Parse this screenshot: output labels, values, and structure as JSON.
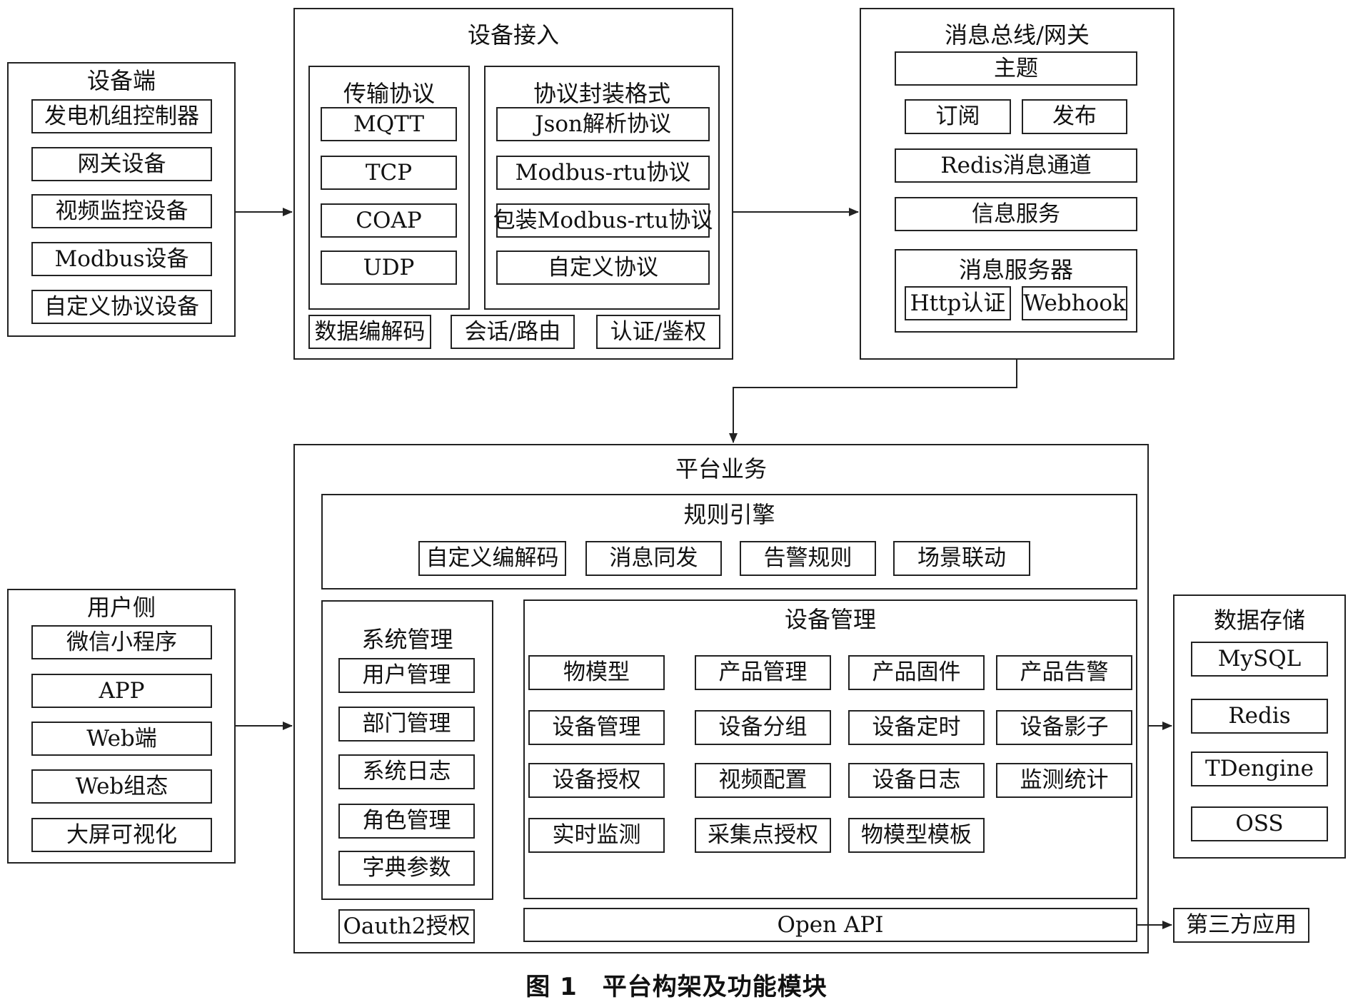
{
  "caption": "图 1　平台构架及功能模块",
  "device_side": {
    "title": "设备端",
    "items": [
      "发电机组控制器",
      "网关设备",
      "视频监控设备",
      "Modbus设备",
      "自定义协议设备"
    ]
  },
  "device_access": {
    "title": "设备接入",
    "transport": {
      "title": "传输协议",
      "items": [
        "MQTT",
        "TCP",
        "COAP",
        "UDP"
      ]
    },
    "format": {
      "title": "协议封装格式",
      "items": [
        "Json解析协议",
        "Modbus-rtu协议",
        "包装Modbus-rtu协议",
        "自定义协议"
      ]
    },
    "bottom": [
      "数据编解码",
      "会话/路由",
      "认证/鉴权"
    ]
  },
  "bus": {
    "title": "消息总线/网关",
    "topic": "主题",
    "subscribe": "订阅",
    "publish": "发布",
    "redis": "Redis消息通道",
    "info": "信息服务",
    "server": {
      "title": "消息服务器",
      "items": [
        "Http认证",
        "Webhook"
      ]
    }
  },
  "user_side": {
    "title": "用户侧",
    "items": [
      "微信小程序",
      "APP",
      "Web端",
      "Web组态",
      "大屏可视化"
    ]
  },
  "platform": {
    "title": "平台业务",
    "rules": {
      "title": "规则引擎",
      "items": [
        "自定义编解码",
        "消息同发",
        "告警规则",
        "场景联动"
      ]
    },
    "system": {
      "title": "系统管理",
      "items": [
        "用户管理",
        "部门管理",
        "系统日志",
        "角色管理",
        "字典参数"
      ]
    },
    "oauth": "Oauth2授权",
    "device_mgmt": {
      "title": "设备管理",
      "rows": [
        [
          "物模型",
          "产品管理",
          "产品固件",
          "产品告警"
        ],
        [
          "设备管理",
          "设备分组",
          "设备定时",
          "设备影子"
        ],
        [
          "设备授权",
          "视频配置",
          "设备日志",
          "监测统计"
        ],
        [
          "实时监测",
          "采集点授权",
          "物模型模板"
        ]
      ]
    },
    "open_api": "Open API"
  },
  "storage": {
    "title": "数据存储",
    "items": [
      "MySQL",
      "Redis",
      "TDengine",
      "OSS"
    ]
  },
  "third_party": "第三方应用"
}
